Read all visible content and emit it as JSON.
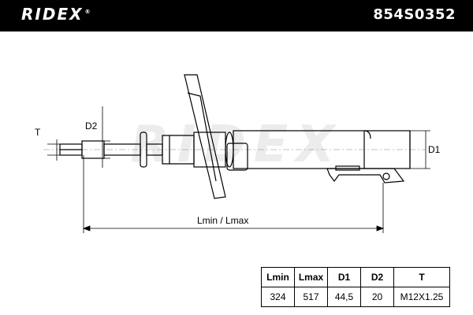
{
  "header": {
    "brand": "RIDEX",
    "brand_mark": "®",
    "part_number": "854S0352"
  },
  "watermark": "RIDEX",
  "drawing": {
    "labels": {
      "T": "T",
      "D2": "D2",
      "D1": "D1",
      "length": "Lmin / Lmax"
    }
  },
  "specs": {
    "headers": [
      "Lmin",
      "Lmax",
      "D1",
      "D2",
      "T"
    ],
    "values": [
      "324",
      "517",
      "44,5",
      "20",
      "M12X1.25"
    ]
  }
}
